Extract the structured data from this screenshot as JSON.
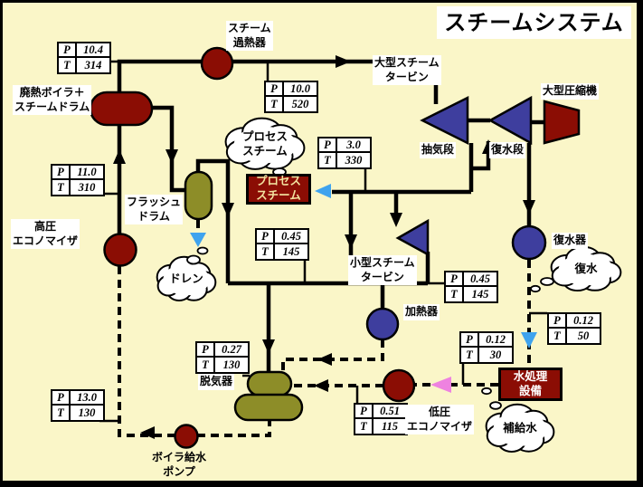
{
  "title": "スチームシステム",
  "colors": {
    "bg": "#faf6c8",
    "red": "#8b0d04",
    "blue": "#3e3e9e",
    "olive": "#8d8d28",
    "cyan": "#3fa3ee",
    "pink": "#ee82e0"
  },
  "table_header": {
    "p": "P",
    "t": "T"
  },
  "tables": [
    {
      "id": "boiler-steam",
      "p": "10.4",
      "t": "314"
    },
    {
      "id": "superheater-out",
      "p": "10.0",
      "t": "520"
    },
    {
      "id": "hp-econ-out",
      "p": "11.0",
      "t": "310"
    },
    {
      "id": "extraction-steam",
      "p": "3.0",
      "t": "330"
    },
    {
      "id": "lp-header",
      "p": "0.45",
      "t": "145"
    },
    {
      "id": "turbine-exhaust",
      "p": "0.45",
      "t": "145"
    },
    {
      "id": "condensate",
      "p": "0.12",
      "t": "50"
    },
    {
      "id": "treated-water",
      "p": "0.12",
      "t": "30"
    },
    {
      "id": "deaerator-water",
      "p": "0.27",
      "t": "130"
    },
    {
      "id": "lp-econ-out",
      "p": "0.51",
      "t": "115"
    },
    {
      "id": "boiler-feedwater",
      "p": "13.0",
      "t": "130"
    }
  ],
  "labels": {
    "superheater": {
      "l1": "スチーム",
      "l2": "過熱器"
    },
    "boiler_drum": {
      "l1": "廃熱ボイラ＋",
      "l2": "スチームドラム"
    },
    "large_turbine": {
      "l1": "大型スチーム",
      "l2": "タービン"
    },
    "large_compressor": "大型圧縮機",
    "extraction_stage": "抽気段",
    "condensing_stage": "復水段",
    "flash_drum": {
      "l1": "フラッシュ",
      "l2": "ドラム"
    },
    "hp_economizer": {
      "l1": "高圧",
      "l2": "エコノマイザ"
    },
    "small_turbine": {
      "l1": "小型スチーム",
      "l2": "タービン"
    },
    "condenser": "復水器",
    "heater": "加熱器",
    "deaerator": "脱気器",
    "lp_economizer": {
      "l1": "低圧",
      "l2": "エコノマイザ"
    },
    "boiler_feed_pump": {
      "l1": "ボイラ給水",
      "l2": "ポンプ"
    }
  },
  "boxes": {
    "process_steam": {
      "l1": "プロセス",
      "l2": "スチーム",
      "text_color": "#f2e3a0"
    },
    "water_treatment": {
      "l1": "水処理",
      "l2": "設備",
      "text_color": "#ffffff"
    }
  },
  "clouds": {
    "process_steam": {
      "l1": "プロセス",
      "l2": "スチーム"
    },
    "drain": "ドレン",
    "condensate": "復水",
    "makeup_water": "補給水"
  }
}
